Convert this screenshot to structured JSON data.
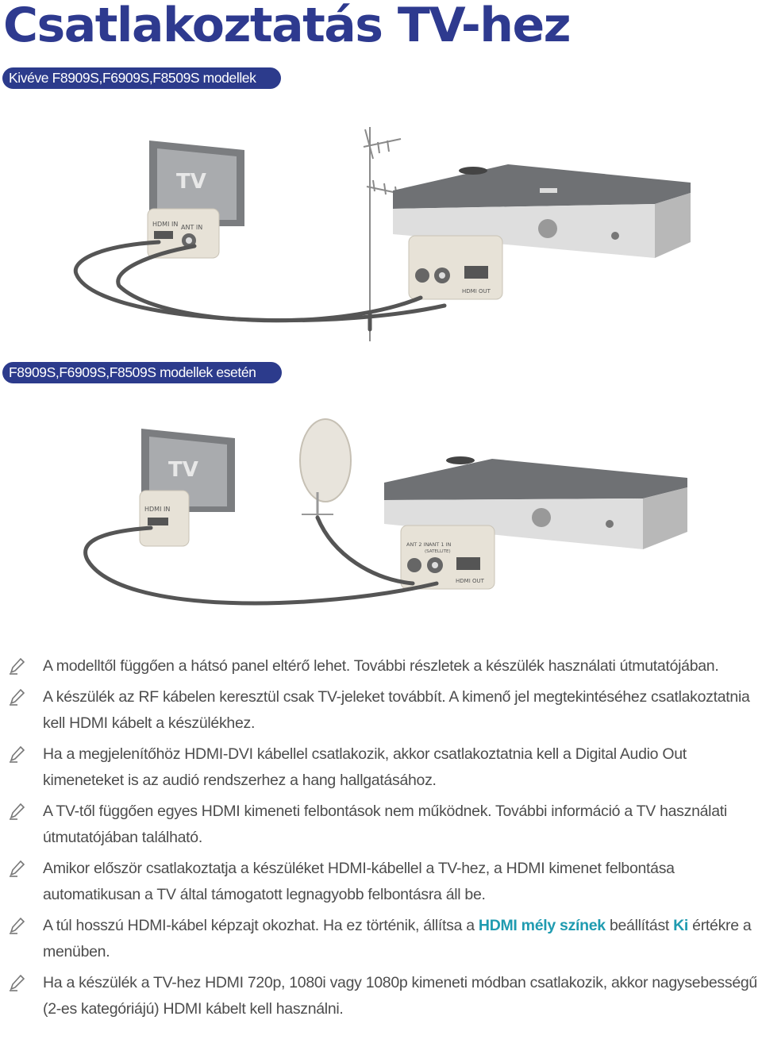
{
  "title": "Csatlakoztatás TV-hez",
  "section1": {
    "badge": "Kivéve F8909S,F6909S,F8509S modellek",
    "labels": {
      "tv": "TV",
      "hdmi_in": "HDMI IN",
      "ant_in": "ANT IN",
      "hdmi_out": "HDMI OUT"
    }
  },
  "section2": {
    "badge": "F8909S,F6909S,F8509S modellek esetén",
    "labels": {
      "tv": "TV",
      "hdmi_in": "HDMI IN",
      "ant2_in": "ANT 2 IN",
      "ant1_in": "ANT 1 IN",
      "satellite": "(SATELLITE)",
      "hdmi_out": "HDMI OUT"
    }
  },
  "notes": [
    {
      "icon": "pencil-note-icon",
      "text": "A modelltől függően a hátsó panel eltérő lehet. További részletek a készülék használati útmutatójában."
    },
    {
      "icon": "pencil-note-icon",
      "text": "A készülék az RF kábelen keresztül csak TV-jeleket továbbít. A kimenő jel megtekintéséhez csatlakoztatnia kell HDMI kábelt a készülékhez."
    },
    {
      "icon": "pencil-note-icon",
      "text": "Ha a megjelenítőhöz HDMI-DVI kábellel csatlakozik, akkor csatlakoztatnia kell a Digital Audio Out kimeneteket is az audió rendszerhez a hang hallgatásához."
    },
    {
      "icon": "pencil-note-icon",
      "text": "A TV-től függően egyes HDMI kimeneti felbontások nem működnek. További információ a TV használati útmutatójában található."
    },
    {
      "icon": "pencil-note-icon",
      "text": "Amikor először csatlakoztatja a készüléket HDMI-kábellel a TV-hez, a HDMI kimenet felbontása automatikusan a TV által támogatott legnagyobb felbontásra áll be."
    },
    {
      "icon": "pencil-note-icon",
      "part1": "A túl hosszú HDMI-kábel képzajt okozhat. Ha ez történik, állítsa a ",
      "highlight1": "HDMI mély színek",
      "part2": " beállítást ",
      "highlight2": "Ki",
      "part3": " értékre a menüben."
    },
    {
      "icon": "pencil-note-icon",
      "text": "Ha a készülék a TV-hez HDMI 720p, 1080i vagy 1080p kimeneti módban csatlakozik, akkor nagysebességű (2-es kategóriájú) HDMI kábelt kell használni."
    }
  ],
  "colors": {
    "title": "#2e3a8f",
    "badge_bg": "#2c3b8c",
    "highlight": "#1f9bb0",
    "body_text": "#4d4d4d"
  }
}
